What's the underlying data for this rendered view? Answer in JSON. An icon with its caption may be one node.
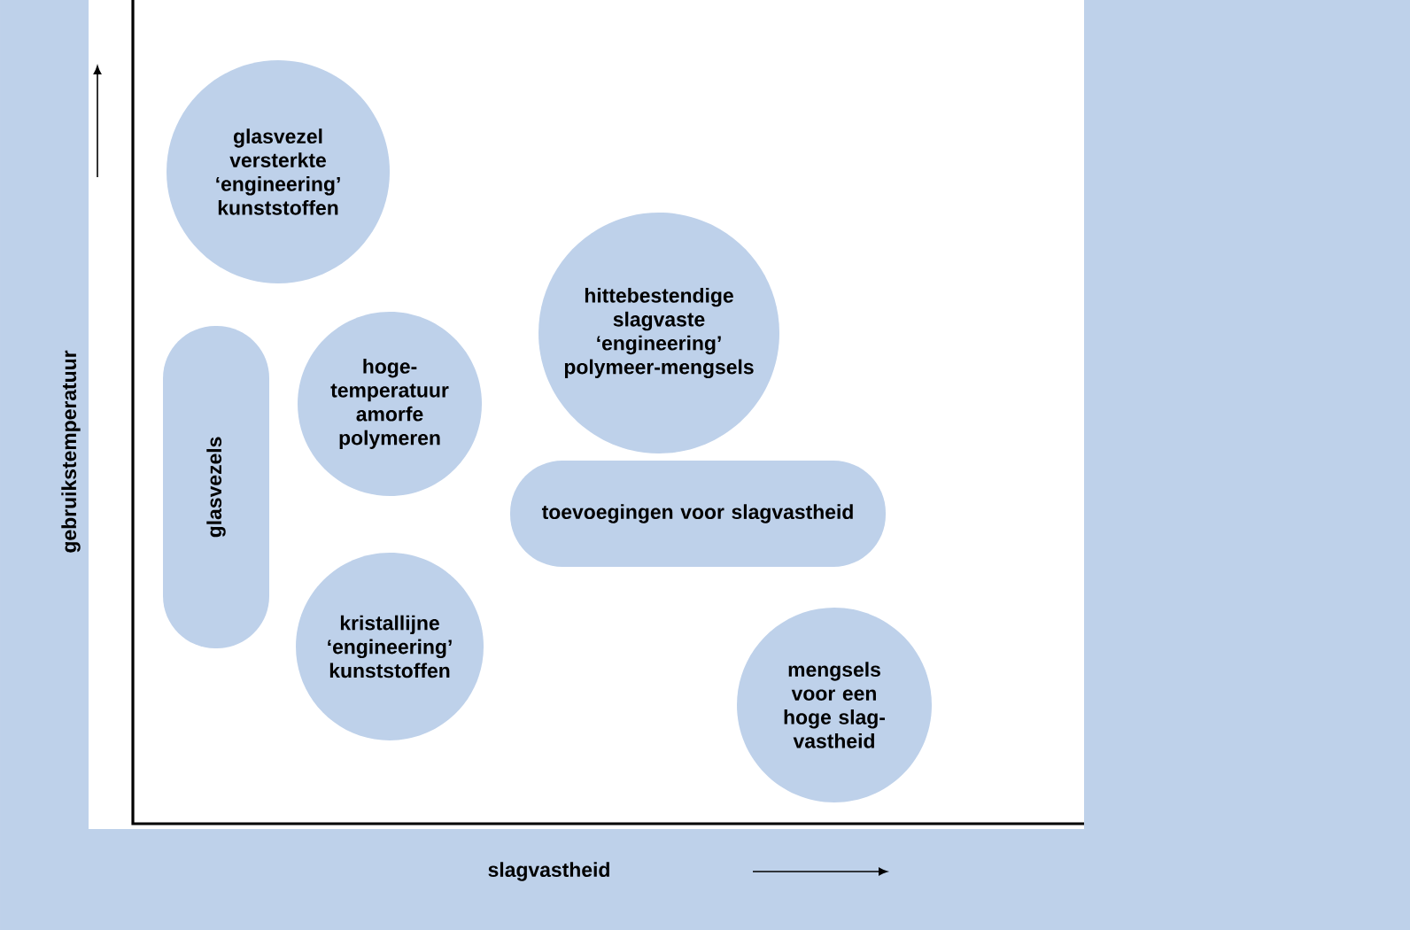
{
  "diagram": {
    "nodes": [
      {
        "text": [
          "glasvezel versterkte ‘engineering’ kunststoffen"
        ]
      },
      {
        "text": [
          "hittebestendige slagvaste ‘engineering’ polymeer-mengsels"
        ]
      },
      {
        "text": [
          "hoge-temperatuur amorfe polymeren"
        ]
      },
      {
        "text": [
          "glasvezels"
        ]
      },
      {
        "text": [
          "toevoegingen voor slagvastheid"
        ]
      },
      {
        "text": [
          "kristallijne ‘engineering’ kunststoffen"
        ]
      },
      {
        "text": [
          "mengsels voor een hoge slag-vastheid"
        ]
      }
    ],
    "labels": [
      "gebruikstemperatuur",
      "slagvastheid"
    ]
  }
}
